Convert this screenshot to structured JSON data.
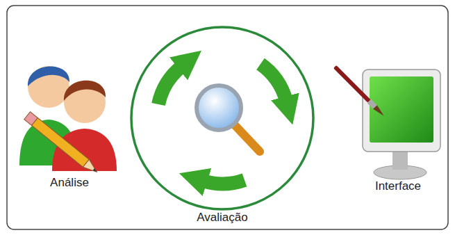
{
  "diagram": {
    "nodes": [
      {
        "text": [
          "Análise"
        ]
      },
      {
        "text": [
          "Avaliação"
        ]
      },
      {
        "text": [
          "Interface"
        ]
      }
    ]
  }
}
